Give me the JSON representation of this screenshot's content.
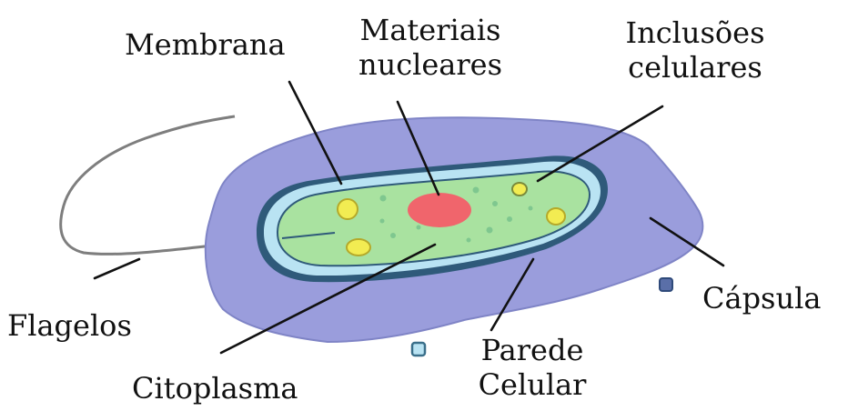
{
  "labels": {
    "membrana": "Membrana",
    "materiais_line1": "Materiais",
    "materiais_line2": "nucleares",
    "inclusoes_line1": "Inclusões",
    "inclusoes_line2": "celulares",
    "flagelos": "Flagelos",
    "capsula": "Cápsula",
    "parede_line1": "Parede",
    "parede_line2": "Celular",
    "citoplasma": "Citoplasma"
  },
  "colors": {
    "capsule": "#9a9ddc",
    "capsule_edge": "#7f84c6",
    "cell_wall": "#2f5a7a",
    "membrane": "#b9e3f3",
    "cytoplasm": "#a9e2a0",
    "nucleoid": "#f0656c",
    "inclusion": "#f2ec52",
    "flagellum": "#7e7e7e"
  }
}
